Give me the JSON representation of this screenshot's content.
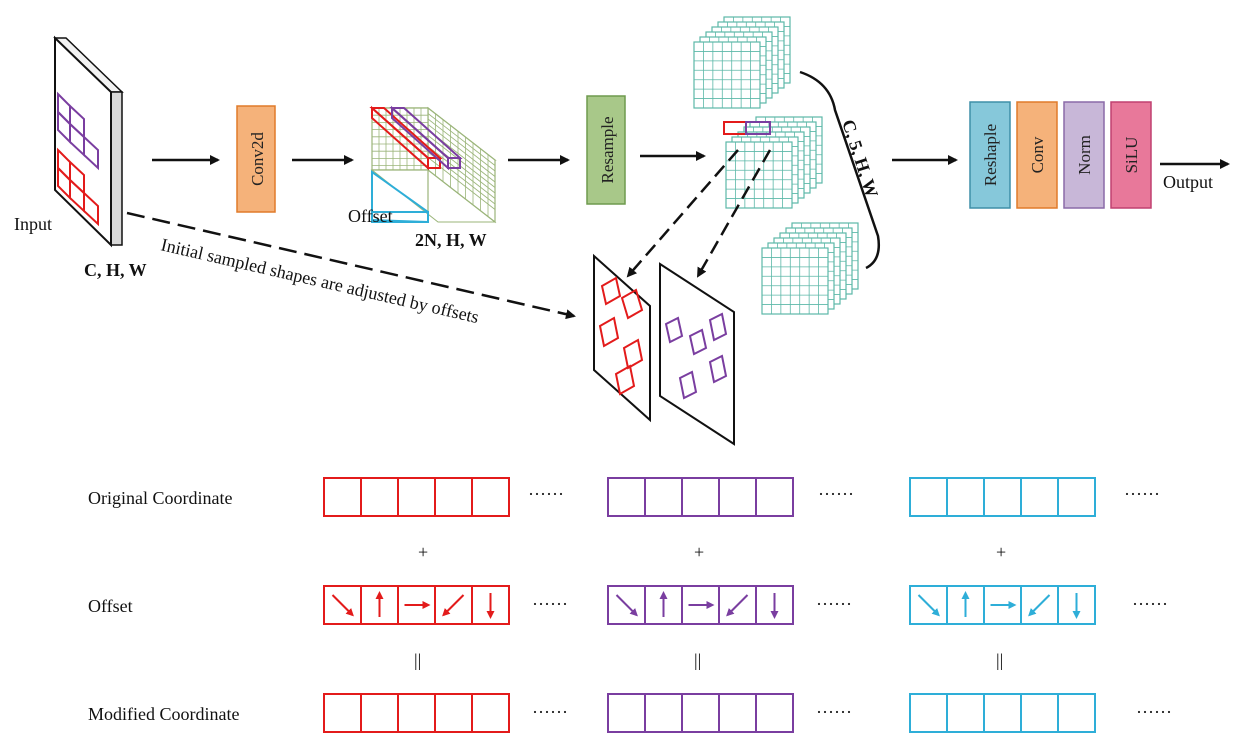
{
  "colors": {
    "red": "#e31b1b",
    "purple": "#7a3ea0",
    "cyan": "#2eaed8",
    "conv_fill": "#f5b27a",
    "conv_stroke": "#e07b2a",
    "resample_fill": "#a8c889",
    "resample_stroke": "#6f9a4e",
    "reshape_fill": "#86c8da",
    "norm_fill": "#c8b7d8",
    "silu_fill": "#e8789a",
    "grid_green": "#9bb57a",
    "grid_teal": "#5cb8a8"
  },
  "top": {
    "input_label": "Input",
    "input_dims": "C, H, W",
    "conv2d_label": "Conv2d",
    "offset_label": "Offset",
    "offset_dims": "2N, H, W",
    "resample_label": "Resample",
    "stack_dims": "C, 5, H, W",
    "dashed_caption": "Initial sampled shapes are adjusted by offsets",
    "blocks": [
      "Reshaple",
      "Conv",
      "Norm",
      "SiLU"
    ],
    "output_label": "Output"
  },
  "bottom": {
    "rows": [
      {
        "label": "Original Coordinate",
        "kind": "empty"
      },
      {
        "label": "Offset",
        "kind": "arrows"
      },
      {
        "label": "Modified Coordinate",
        "kind": "empty"
      }
    ],
    "plus": "+",
    "equals": "||",
    "ellipsis": "······",
    "arrow_icons": [
      "arrow-down-right-icon",
      "arrow-up-icon",
      "arrow-right-icon",
      "arrow-down-left-icon",
      "arrow-down-icon"
    ]
  }
}
